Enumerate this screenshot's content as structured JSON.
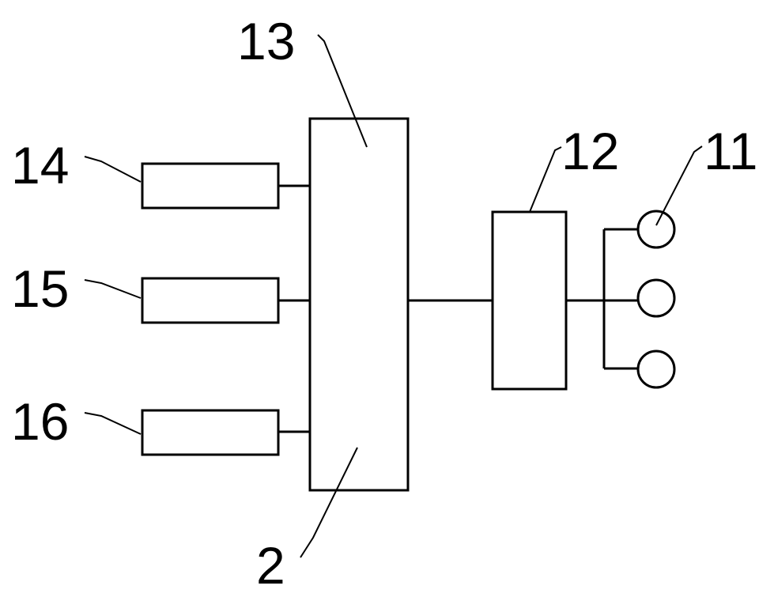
{
  "labels": {
    "main_unit": "13",
    "bottom_ref": "2",
    "sensor_top": "14",
    "sensor_mid": "15",
    "sensor_bottom": "16",
    "relay_unit": "12",
    "outputs": "11"
  },
  "colors": {
    "line": "#000000",
    "background": "#ffffff"
  }
}
